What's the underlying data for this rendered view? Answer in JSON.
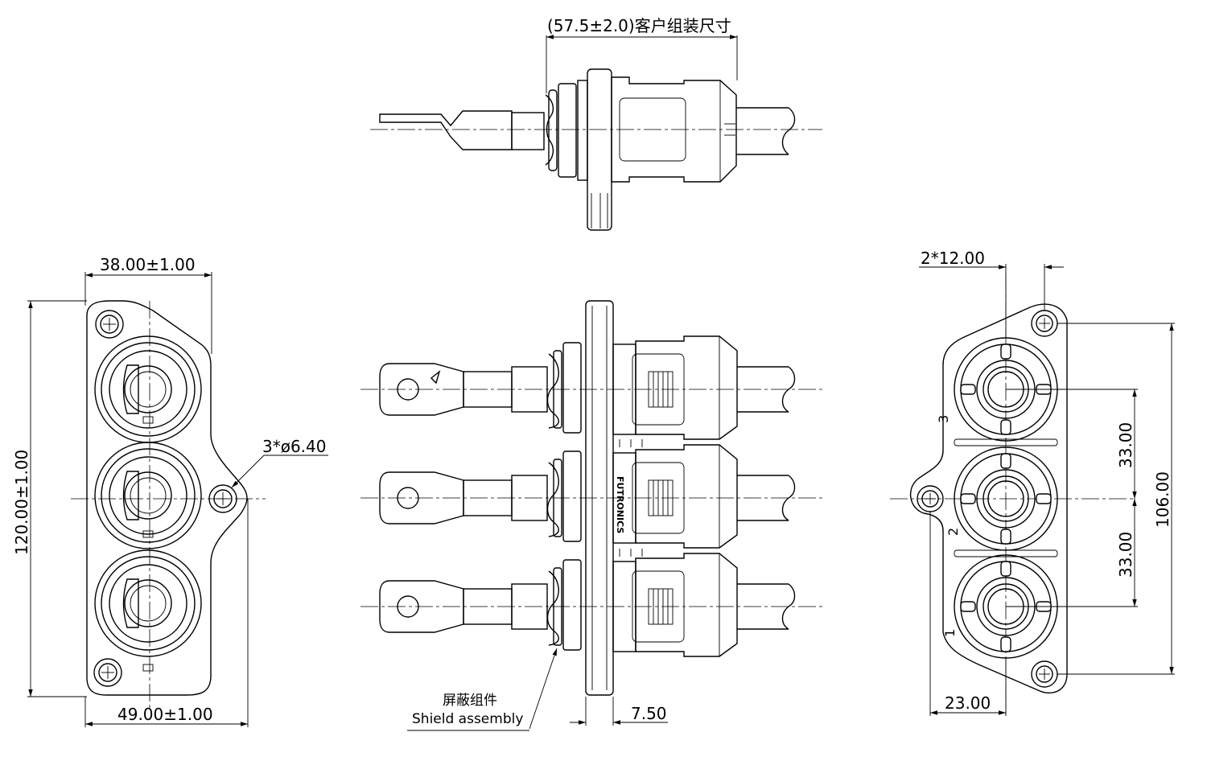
{
  "dimensions": {
    "top_assembly": "(57.5±2.0)客户组装尺寸",
    "left_width_top": "38.00±1.00",
    "left_height": "120.00±1.00",
    "left_hole": "3*ø6.40",
    "left_width_bottom": "49.00±1.00",
    "right_spacing": "2*12.00",
    "right_pitch_upper": "33.00",
    "right_pitch_lower": "33.00",
    "right_height": "106.00",
    "right_offset": "23.00",
    "middle_thickness": "7.50"
  },
  "labels": {
    "shield_cn": "屏蔽组件",
    "shield_en": "Shield assembly",
    "brand": "FUTRONICS",
    "pin_3": "3",
    "pin_2": "2",
    "pin_1": "1"
  }
}
